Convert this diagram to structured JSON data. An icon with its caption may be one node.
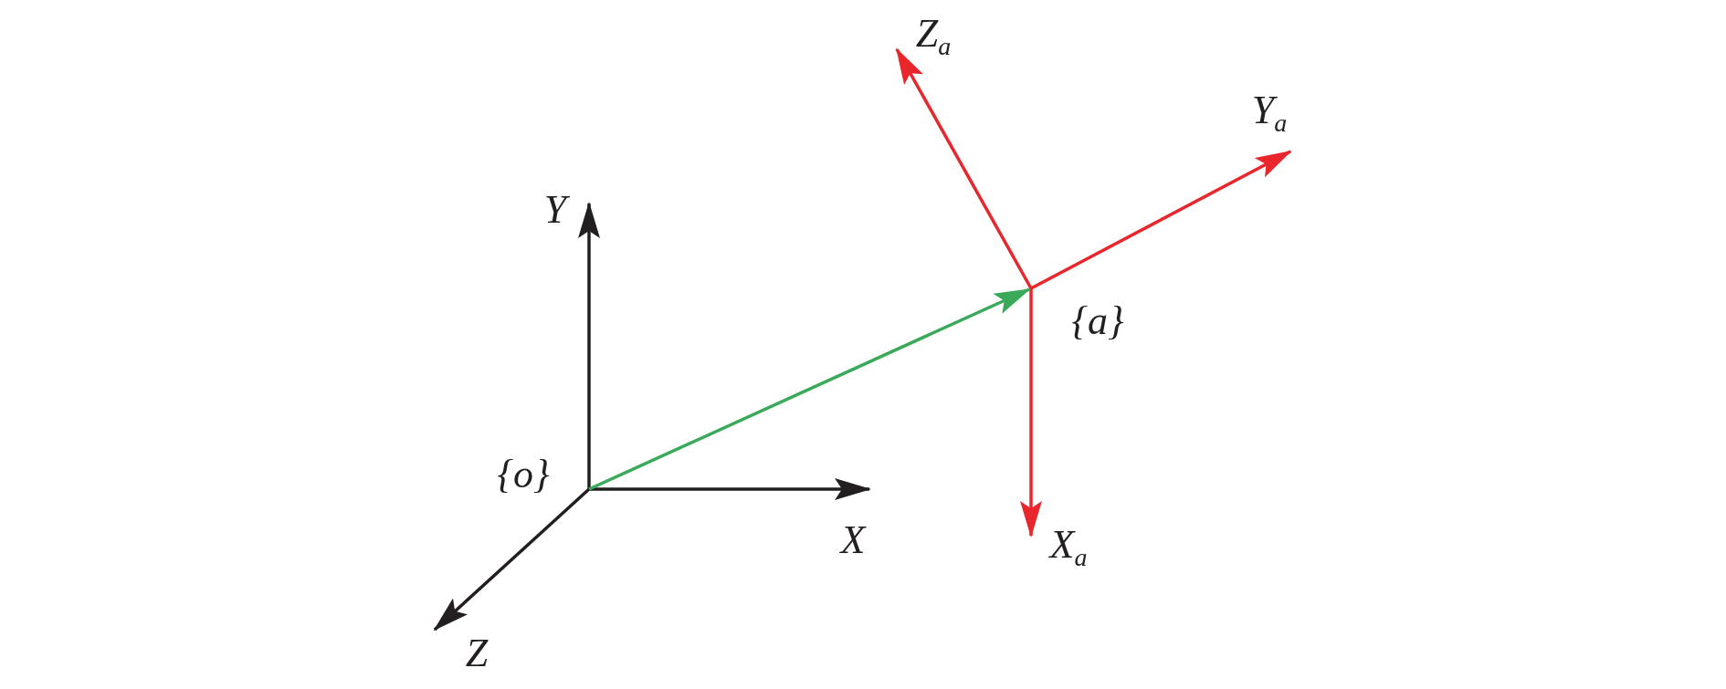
{
  "diagram": {
    "labels": [
      "Z$_{a}$",
      "Y$_{a}$",
      "Y",
      "{a}",
      "{o}",
      "X",
      "X$_{a}$",
      "Z"
    ]
  }
}
